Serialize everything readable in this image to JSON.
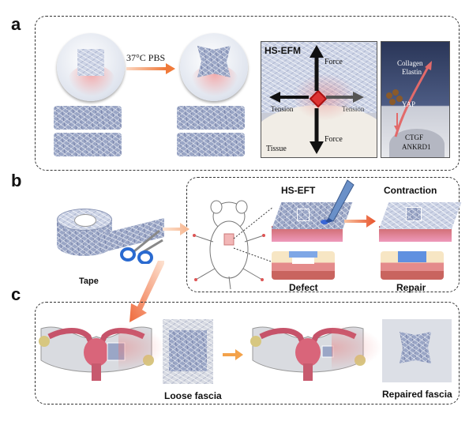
{
  "panels": {
    "a": "a",
    "b": "b",
    "c": "c"
  },
  "panel_a": {
    "condition": "37°C  PBS",
    "efm_title": "HS-EFM",
    "force_top": "Force",
    "force_bottom": "Force",
    "tension_left": "Tension",
    "tension_right": "Tension",
    "tissue": "Tissue",
    "collagen": "Collagen",
    "elastin": "Elastin",
    "yap": "YAP",
    "ctgf": "CTGF",
    "ankrd1": "ANKRD1"
  },
  "panel_b": {
    "tape": "Tape",
    "eft_title": "HS-EFT",
    "contraction": "Contraction",
    "defect": "Defect",
    "repair": "Repair"
  },
  "panel_c": {
    "loose": "Loose fascia",
    "repaired": "Repaired fascia"
  },
  "colors": {
    "arrow": "#f07a3a",
    "tissue": "#e8a0a0",
    "mesh": "#9aa6c6"
  }
}
